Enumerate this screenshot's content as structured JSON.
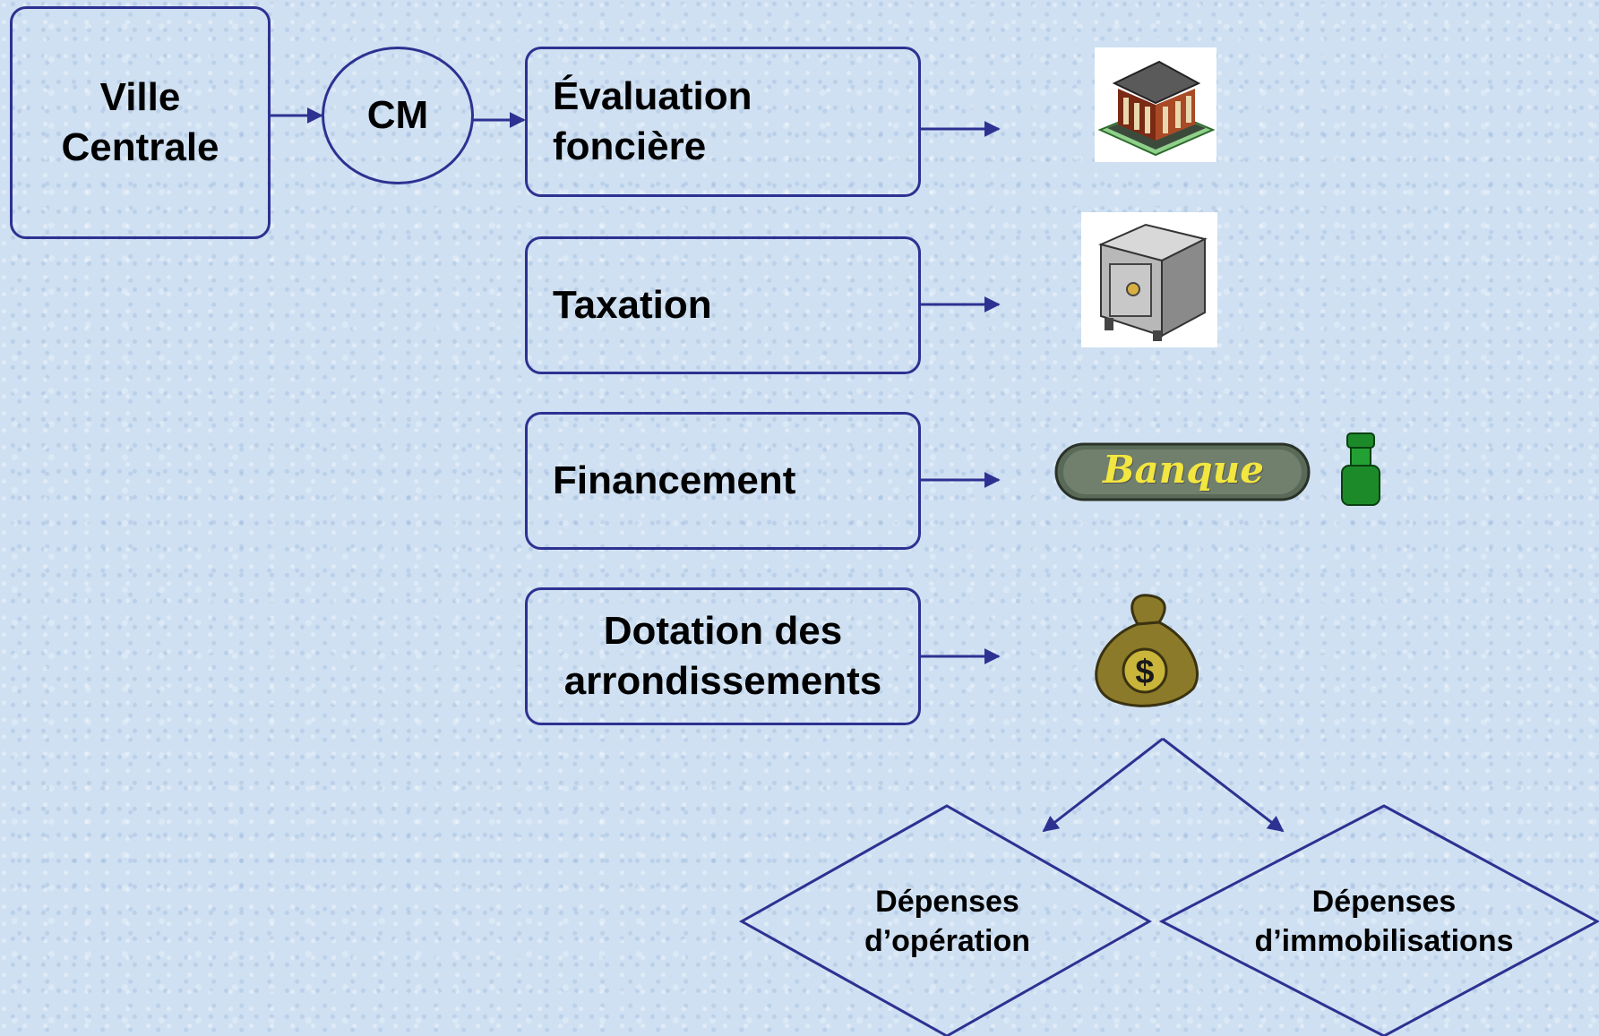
{
  "nodes": {
    "ville": "Ville Centrale",
    "cm": "CM",
    "evaluation": "Évaluation foncière",
    "taxation": "Taxation",
    "financement": "Financement",
    "dotation": "Dotation des arrondissements",
    "depenses_operation": "Dépenses d’opération",
    "depenses_immobilisations": "Dépenses d’immobilisations"
  },
  "icons": {
    "bank_building": "bank-building-icon",
    "safe": "safe-icon",
    "banque_sign": "Banque",
    "money_bag": "money-bag-icon"
  },
  "colors": {
    "stroke": "#2e3191",
    "background": "#cfe0f2"
  }
}
